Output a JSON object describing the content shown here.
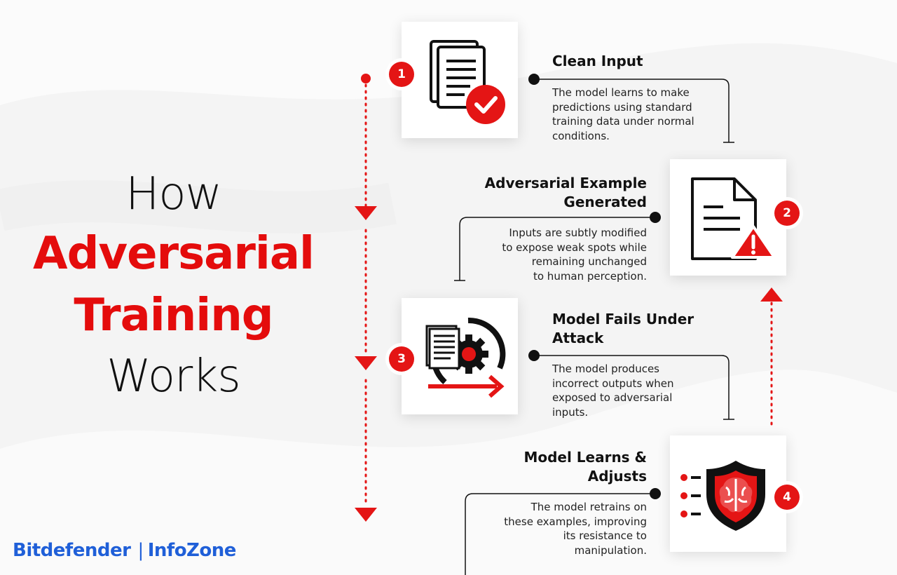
{
  "title": {
    "line1": "How",
    "line2": "Adversarial",
    "line3": "Training",
    "line4": "Works"
  },
  "steps": [
    {
      "number": "1",
      "title": "Clean Input",
      "desc_lines": [
        "The model learns to make",
        "predictions using standard",
        "training data under normal",
        "conditions."
      ],
      "icon": "documents-check-icon"
    },
    {
      "number": "2",
      "title_lines": [
        "Adversarial Example",
        "Generated"
      ],
      "desc_lines": [
        "Inputs are subtly modified",
        "to expose weak spots while",
        "remaining unchanged",
        "to human perception."
      ],
      "icon": "document-warning-icon"
    },
    {
      "number": "3",
      "title_lines": [
        "Model Fails Under",
        "Attack"
      ],
      "desc_lines": [
        "The model produces",
        "incorrect outputs when",
        "exposed to adversarial",
        "inputs."
      ],
      "icon": "document-gear-arrow-icon"
    },
    {
      "number": "4",
      "title_lines": [
        "Model Learns &",
        "Adjusts"
      ],
      "desc_lines": [
        "The model retrains on",
        "these examples, improving",
        "its resistance to",
        "manipulation."
      ],
      "icon": "shield-brain-icon"
    }
  ],
  "brand": {
    "name": "Bitdefender",
    "separator": "|",
    "section": "InfoZone"
  },
  "colors": {
    "accent": "#e41515",
    "title_red": "#e40c0c",
    "text": "#111111",
    "brand_blue": "#1f5fd8",
    "background": "#f3f3f3"
  }
}
